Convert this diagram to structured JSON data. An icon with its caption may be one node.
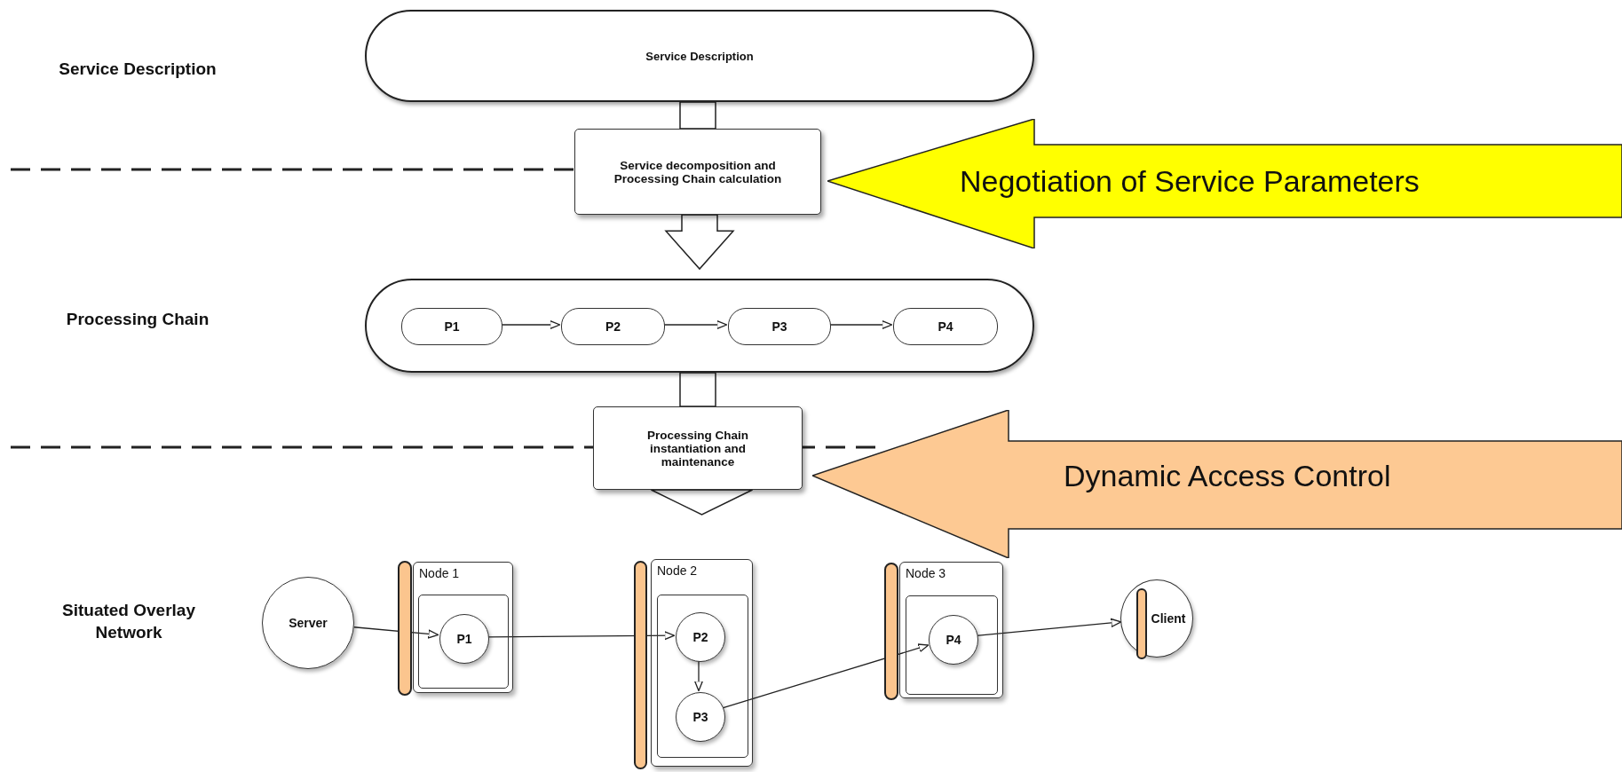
{
  "diagram": {
    "nodes": [
      {
        "text": [
          "Service Description"
        ]
      },
      {
        "text": [
          "Service decomposition and Processing Chain calculation"
        ]
      },
      {
        "text": [
          "Negotiation of Service Parameters"
        ]
      },
      {
        "text": [],
        "shape": "oval"
      },
      {
        "text": [
          "P1"
        ],
        "in": 3
      },
      {
        "text": [
          "P2"
        ],
        "in": 3
      },
      {
        "text": [
          "P3"
        ],
        "in": 3
      },
      {
        "text": [
          "P4"
        ],
        "in": 3
      },
      {
        "text": [
          "Processing Chain instantiation and maintenance"
        ]
      },
      {
        "text": [
          "Dynamic Access Control"
        ]
      },
      {
        "text": [
          "Server"
        ]
      },
      {
        "text": [],
        "shape": "bar"
      },
      {
        "text": [
          "Node 1"
        ]
      },
      {
        "text": [],
        "shape": "box",
        "in": 12
      },
      {
        "text": [
          "P1"
        ],
        "in": 13
      },
      {
        "text": [],
        "shape": "bar"
      },
      {
        "text": [
          "Node 2"
        ]
      },
      {
        "text": [],
        "shape": "box",
        "in": 16
      },
      {
        "text": [
          "P2"
        ],
        "in": 17
      },
      {
        "text": [
          "P3"
        ],
        "in": 17
      },
      {
        "text": [],
        "shape": "bar"
      },
      {
        "text": [
          "Node 3"
        ]
      },
      {
        "text": [],
        "shape": "box",
        "in": 21
      },
      {
        "text": [
          "P4"
        ],
        "in": 22
      },
      {
        "text": [],
        "shape": "bar",
        "in": 25
      },
      {
        "text": [
          "Client"
        ]
      }
    ],
    "edges": [
      {
        "from": 0,
        "to": 1,
        "arrow": "none",
        "style": "thick"
      },
      {
        "from": 1,
        "to": 3,
        "arrow": "to",
        "style": "thick"
      },
      {
        "from": 3,
        "to": 8,
        "arrow": "none",
        "style": "thick"
      },
      {
        "from": 8,
        "to": 16,
        "arrow": "to",
        "style": "thick"
      },
      {
        "from": 4,
        "to": 5,
        "arrow": "to"
      },
      {
        "from": 5,
        "to": 6,
        "arrow": "to"
      },
      {
        "from": 6,
        "to": 7,
        "arrow": "to"
      },
      {
        "from": 10,
        "to": 14,
        "arrow": "to"
      },
      {
        "from": 14,
        "to": 18,
        "arrow": "to"
      },
      {
        "from": 18,
        "to": 19,
        "arrow": "to"
      },
      {
        "from": 19,
        "to": 23,
        "arrow": "to"
      },
      {
        "from": 23,
        "to": 25,
        "arrow": "to"
      }
    ],
    "labels": [
      "Service Description",
      "Processing Chain",
      "Situated Overlay Network"
    ]
  }
}
